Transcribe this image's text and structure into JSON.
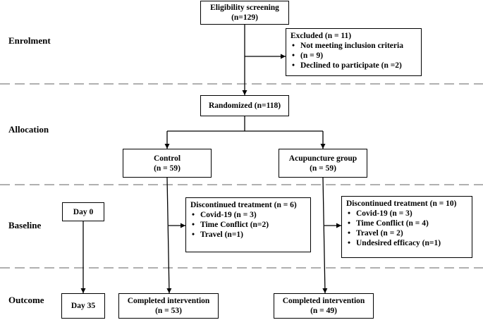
{
  "stages": {
    "enrolment": "Enrolment",
    "allocation": "Allocation",
    "baseline": "Baseline",
    "outcome": "Outcome"
  },
  "eligibility": {
    "title": "Eligibility screening",
    "count": "(n=129)"
  },
  "excluded": {
    "title": "Excluded (n = 11)",
    "items": [
      "Not meeting inclusion criteria",
      "(n = 9)",
      "Declined to participate (n =2)"
    ]
  },
  "randomized": {
    "title": "Randomized (n=118)"
  },
  "control": {
    "title": "Control",
    "count": "(n = 59)"
  },
  "acupuncture": {
    "title": "Acupuncture group",
    "count": "(n = 59)"
  },
  "day0": "Day 0",
  "day35": "Day 35",
  "control_discontinued": {
    "title": "Discontinued treatment (n = 6)",
    "items": [
      "Covid-19 (n = 3)",
      "Time Conflict (n=2)",
      "Travel (n=1)"
    ]
  },
  "acupuncture_discontinued": {
    "title": "Discontinued treatment (n = 10)",
    "items": [
      "Covid-19 (n = 3)",
      "Time Conflict (n = 4)",
      "Travel (n = 2)",
      "Undesired efficacy (n=1)"
    ]
  },
  "control_completed": {
    "title": "Completed intervention",
    "count": "(n = 53)"
  },
  "acupuncture_completed": {
    "title": "Completed intervention",
    "count": "(n = 49)"
  }
}
